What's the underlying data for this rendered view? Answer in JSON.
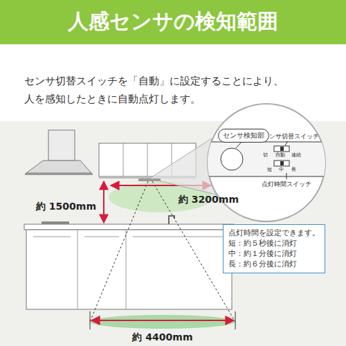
{
  "diagram": {
    "title": "人感センサの検知範囲",
    "nodes": [
      {
        "text": [
          "センサ検知部"
        ]
      },
      {
        "text": [
          "点灯時間を設定できます。",
          "短：約５秒後に消灯",
          "中：約１分後に消灯",
          "長：約６分後に消灯"
        ]
      }
    ],
    "labels": [
      "センサ切替スイッチを「自動」に設定することにより、",
      "人を感知したときに自動点灯します。",
      "約 1500mm",
      "約 3200mm",
      "約 4400mm",
      "センサ切替スイッチ",
      "切",
      "自動",
      "連続",
      "短",
      "中",
      "長",
      "点灯時間スイッチ"
    ]
  }
}
